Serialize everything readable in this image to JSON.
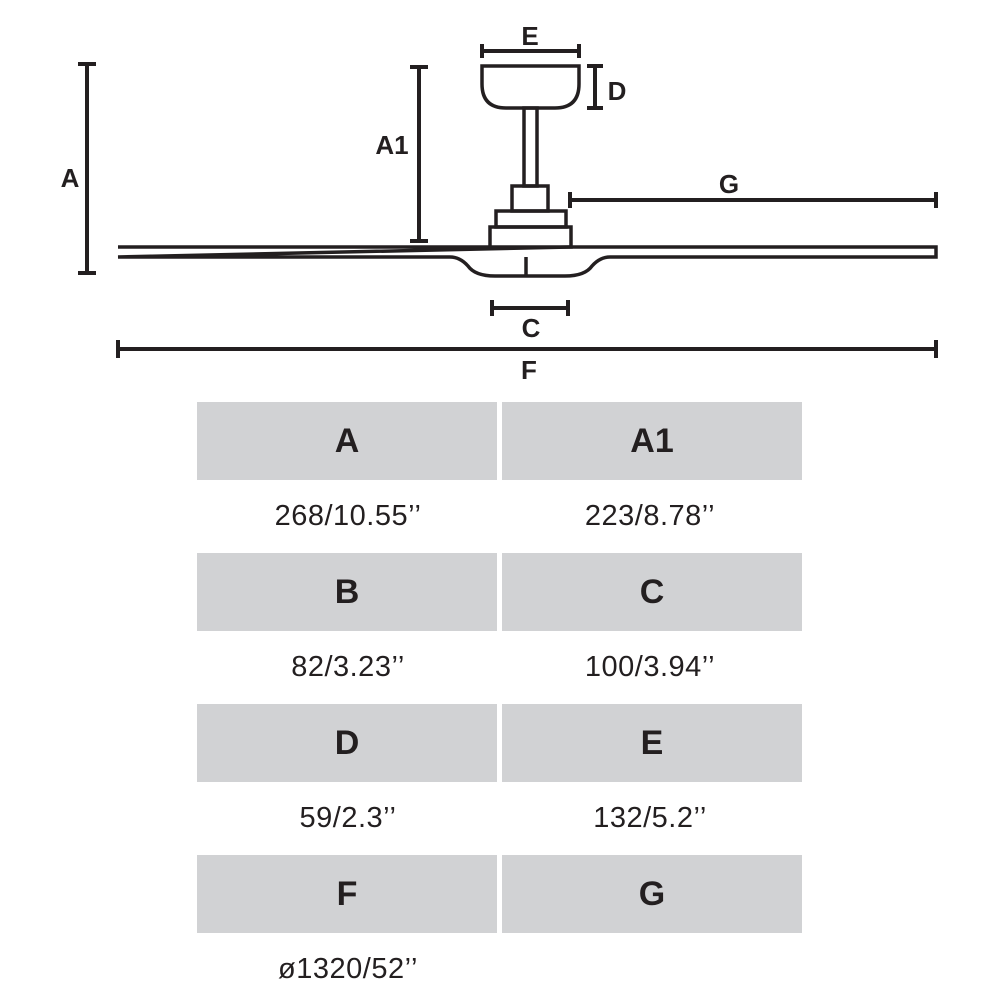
{
  "diagram": {
    "labels": {
      "A": "A",
      "A1": "A1",
      "C": "C",
      "D": "D",
      "E": "E",
      "F": "F",
      "G": "G"
    }
  },
  "table": {
    "rows": [
      {
        "left": {
          "label": "A",
          "value": "268/10.55’’"
        },
        "right": {
          "label": "A1",
          "value": "223/8.78’’"
        }
      },
      {
        "left": {
          "label": "B",
          "value": "82/3.23’’"
        },
        "right": {
          "label": "C",
          "value": "100/3.94’’"
        }
      },
      {
        "left": {
          "label": "D",
          "value": "59/2.3’’"
        },
        "right": {
          "label": "E",
          "value": "132/5.2’’"
        }
      },
      {
        "left": {
          "label": "F",
          "value": "ø1320/52’’"
        },
        "right": {
          "label": "G",
          "value": ""
        }
      }
    ]
  }
}
